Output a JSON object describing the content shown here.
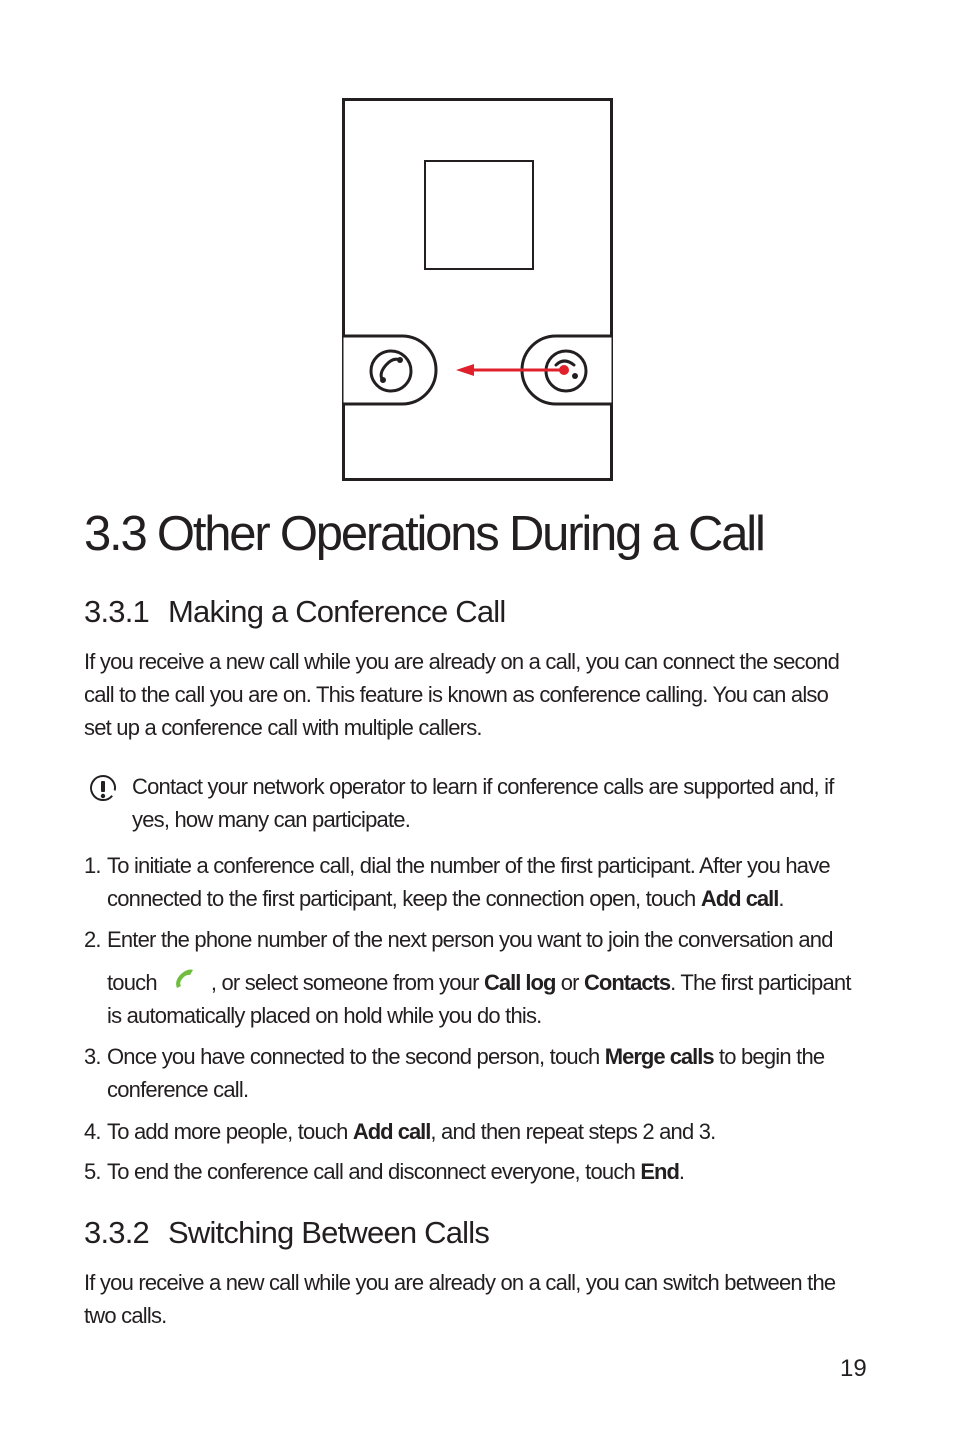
{
  "section": {
    "title": "3.3  Other Operations During a Call"
  },
  "conference": {
    "heading_num": "3.3.1",
    "heading_text": "Making a Conference Call",
    "intro": [
      "If you receive a new call while you are already on a call, you can connect the second",
      "call to the call you are on. This feature is known as conference calling. You can also",
      "set up a conference call with multiple callers."
    ],
    "note": [
      "Contact your network operator to learn if conference calls are supported and, if",
      "yes, how many can participate."
    ],
    "steps": [
      {
        "num": "1.",
        "line1": "To initiate a conference call, dial the number of the first participant. After you have",
        "line2_pre": "connected to the first participant, keep the connection open, touch ",
        "line2_bold": "Add call",
        "line2_post": "."
      },
      {
        "num": "2.",
        "line1": "Enter the phone number of the next person you want to join the conversation and",
        "line2_pre": "touch",
        "line2_mid": ", or select someone from your ",
        "bold1": "Call log",
        "or": " or ",
        "bold2": "Contacts",
        "line2_post": ". The first participant",
        "line3": "is automatically placed on hold while you do this."
      },
      {
        "num": "3.",
        "line1_pre": "Once you have connected to the second person, touch ",
        "line1_bold": "Merge calls",
        "line1_post": " to begin the",
        "line2": "conference call."
      },
      {
        "num": "4.",
        "pre": "To add more people, touch ",
        "bold": "Add call",
        "post": ", and then repeat steps 2 and 3."
      },
      {
        "num": "5.",
        "pre": "To end the conference call and disconnect everyone, touch ",
        "bold": "End",
        "post": "."
      }
    ]
  },
  "switching": {
    "heading_num": "3.3.2",
    "heading_text": "Switching Between Calls",
    "text": [
      "If you receive a new call while you are already on a call, you can switch between the",
      "two calls."
    ]
  },
  "page_number": "19",
  "colors": {
    "arrow": "#e0202a",
    "call_icon": "#6fbe3e",
    "text": "#231f20"
  },
  "icons": [
    "phone-answer-icon",
    "phone-hangup-icon",
    "note-alert-icon",
    "call-icon"
  ]
}
